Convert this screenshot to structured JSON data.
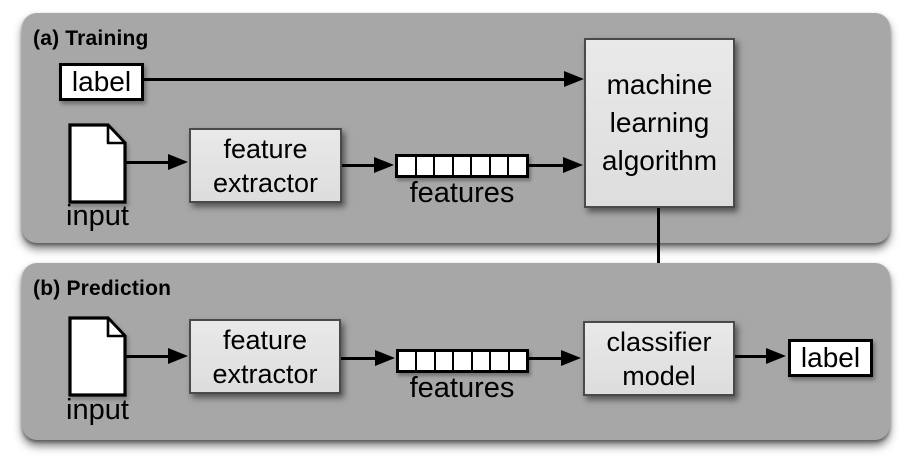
{
  "colors": {
    "panel_bg": "#a7a7a7",
    "process_box_bg": "#e4e4e4",
    "process_box_border": "#4a4a4a",
    "shape_bg": "#ffffff",
    "line_color": "#000000",
    "page_bg": "#ffffff"
  },
  "training": {
    "title": "(a) Training",
    "label_box": "label",
    "input_caption": "input",
    "extractor": {
      "line1": "feature",
      "line2": "extractor"
    },
    "features_caption": "features",
    "features_cells": 7,
    "algorithm": {
      "line1": "machine",
      "line2": "learning",
      "line3": "algorithm"
    }
  },
  "prediction": {
    "title": "(b) Prediction",
    "input_caption": "input",
    "extractor": {
      "line1": "feature",
      "line2": "extractor"
    },
    "features_caption": "features",
    "features_cells": 7,
    "classifier": {
      "line1": "classifier",
      "line2": "model"
    },
    "label_box": "label"
  }
}
